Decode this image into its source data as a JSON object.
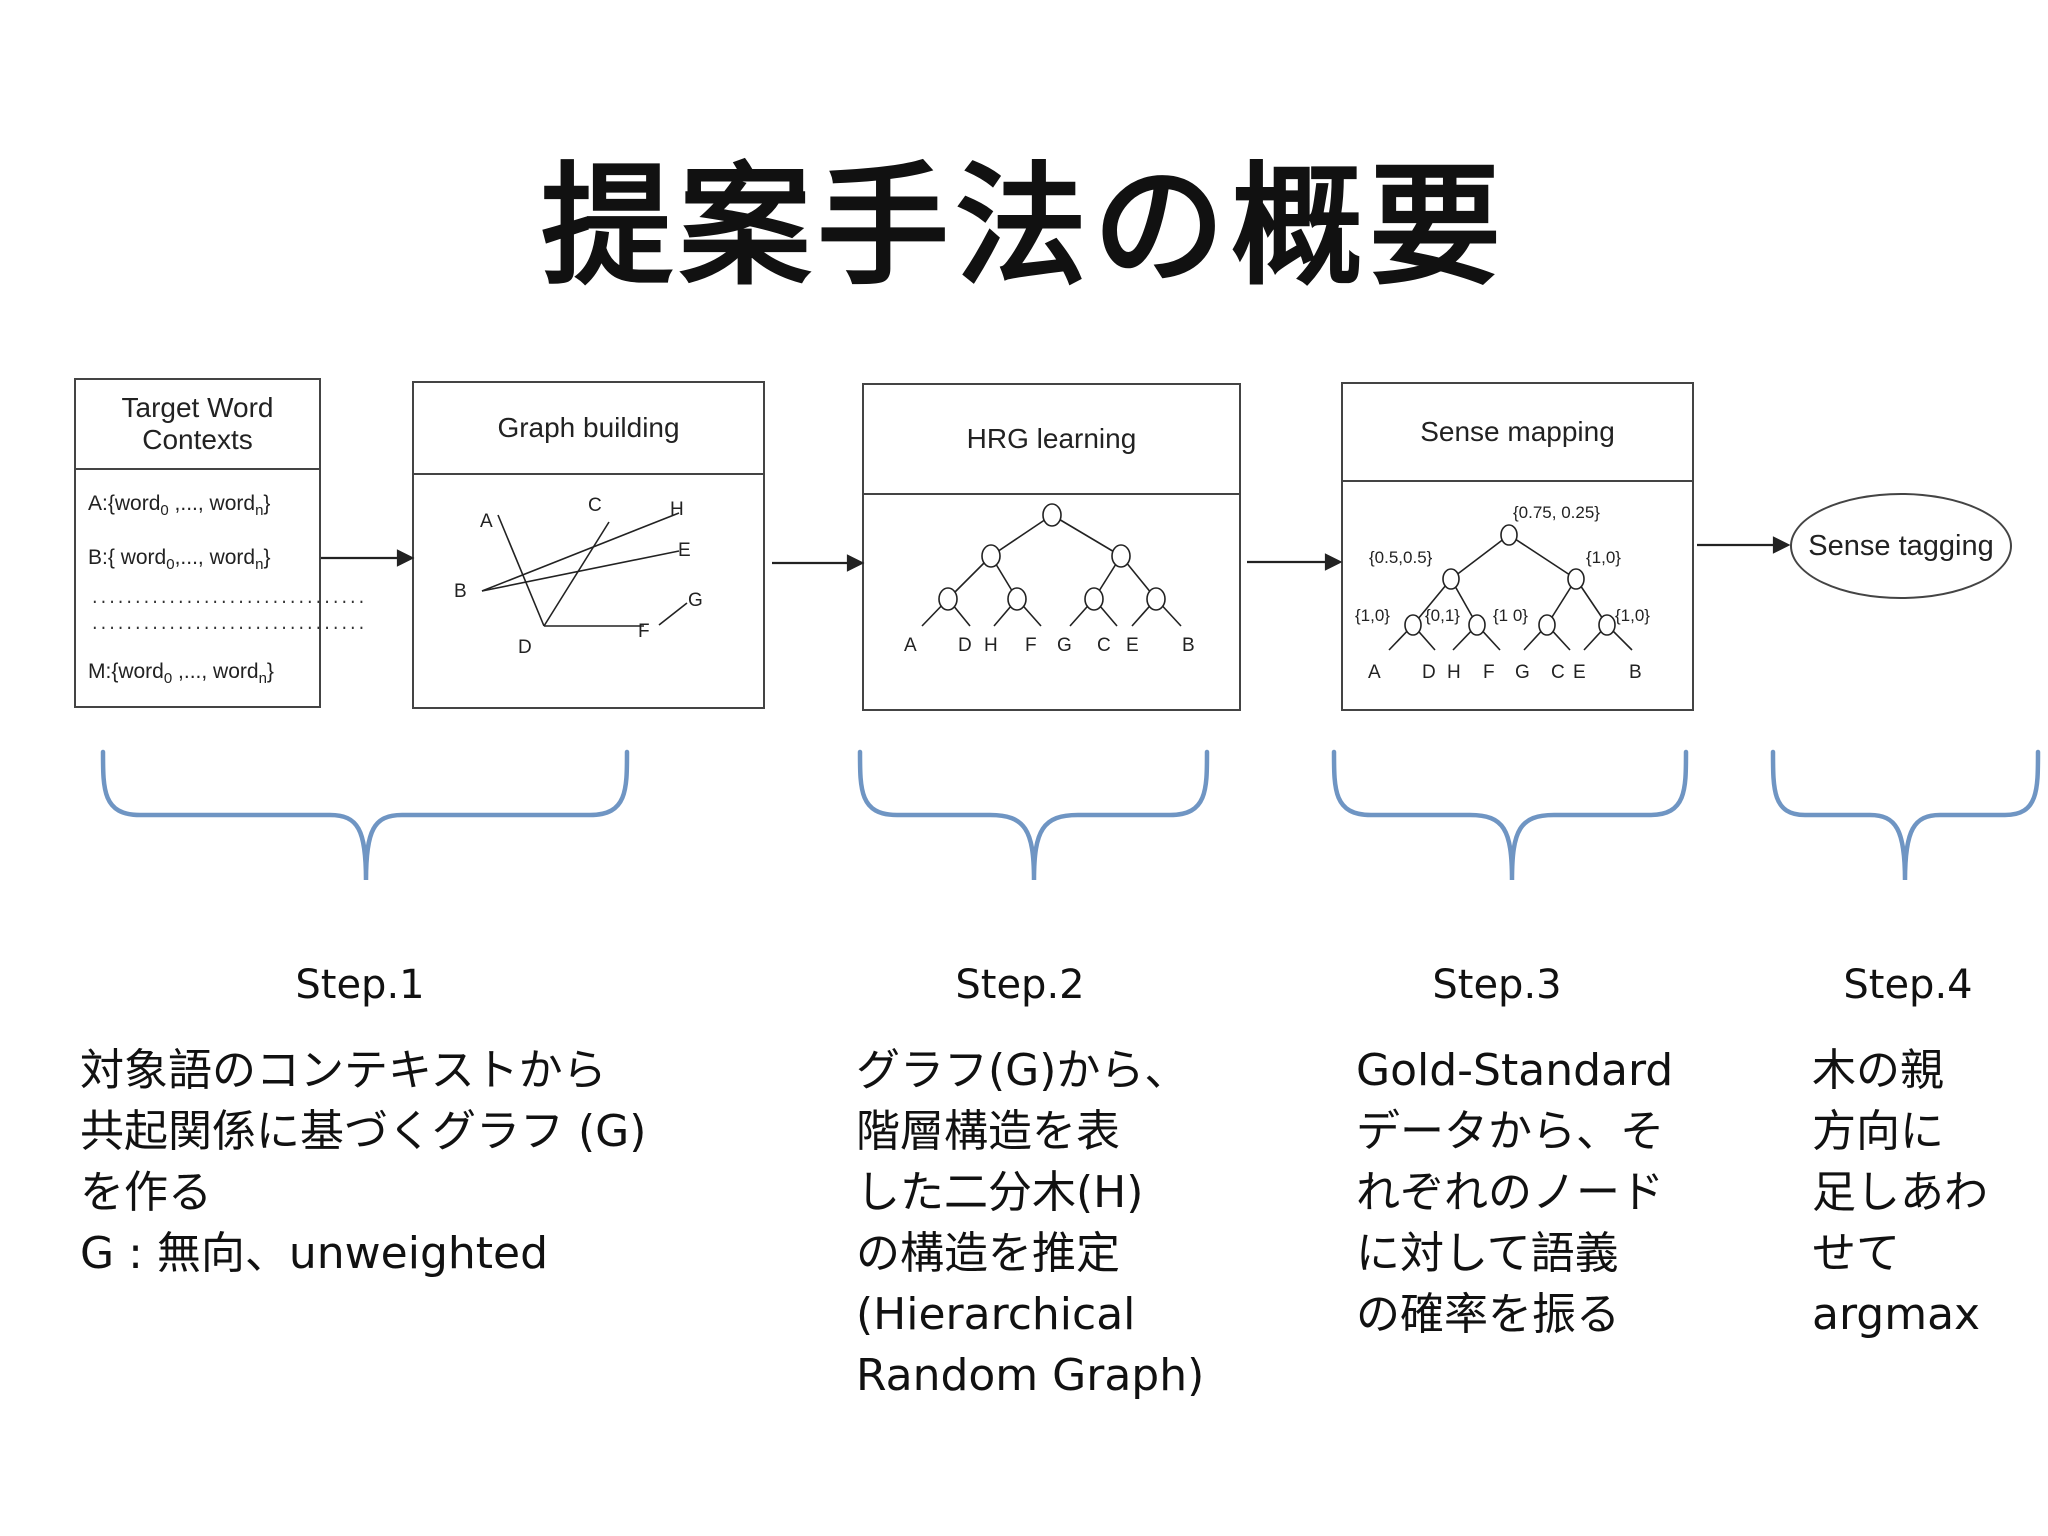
{
  "title": "提案手法の概要",
  "boxes": {
    "contexts": {
      "header_line1": "Target Word",
      "header_line2": "Contexts",
      "lines": [
        {
          "prefix": "A:{word",
          "sub0": "0",
          "mid": " ,..., word",
          "subn": "n",
          "suffix": "}"
        },
        {
          "prefix": "B:{ word",
          "sub0": "0",
          "mid": ",..., word",
          "subn": "n",
          "suffix": "}"
        },
        {
          "prefix": "M:{word",
          "sub0": "0",
          "mid": " ,..., word",
          "subn": "n",
          "suffix": "}"
        }
      ],
      "dots": "................................"
    },
    "graph": {
      "header": "Graph building",
      "nodes": [
        "A",
        "B",
        "C",
        "D",
        "E",
        "F",
        "G",
        "H"
      ]
    },
    "hrg": {
      "header": "HRG learning",
      "leaves": [
        "A",
        "D",
        "H",
        "F",
        "G",
        "C",
        "E",
        "B"
      ]
    },
    "sense": {
      "header": "Sense mapping",
      "root_label": "{0.75, 0.25}",
      "left_label": "{0.5,0.5}",
      "right_label": "{1,0}",
      "ll_label": "{1,0}",
      "lr_label": "{0,1}",
      "rl_label": "{1 0}",
      "rr_label": "{1,0}",
      "leaves": [
        "A",
        "D",
        "H",
        "F",
        "G",
        "C",
        "E",
        "B"
      ]
    },
    "tagging": {
      "label": "Sense tagging"
    }
  },
  "steps": [
    {
      "label": "Step.1",
      "lines": [
        "対象語のコンテキストから",
        "共起関係に基づくグラフ (G)",
        "を作る",
        "G : 無向、unweighted"
      ]
    },
    {
      "label": "Step.2",
      "lines": [
        "グラフ(G)から、",
        "階層構造を表",
        "した二分木(H)",
        "の構造を推定",
        "(Hierarchical",
        "Random Graph)"
      ]
    },
    {
      "label": "Step.3",
      "lines": [
        "Gold-Standard",
        "データから、そ",
        "れぞれのノード",
        "に対して語義",
        "の確率を振る"
      ]
    },
    {
      "label": "Step.4",
      "lines": [
        "木の親",
        "方向に",
        "足しあわ",
        "せて",
        "argmax"
      ]
    }
  ],
  "colors": {
    "brace": "#6f95c3",
    "border": "#444444"
  }
}
